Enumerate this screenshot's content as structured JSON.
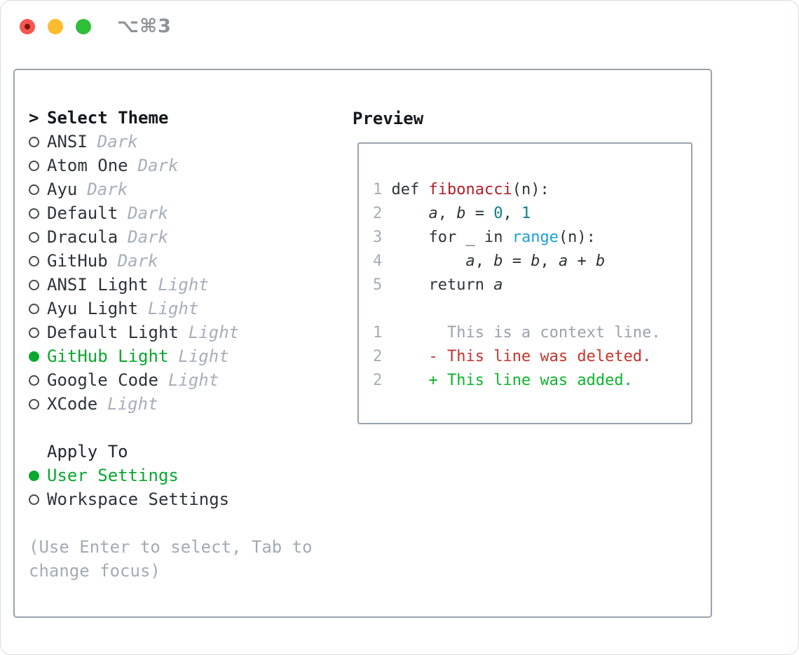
{
  "titlebar": {
    "shortcut": "⌥⌘3"
  },
  "theme_list": {
    "cursor": ">",
    "title": "Select Theme",
    "items": [
      {
        "name": "ANSI",
        "tag": "Dark",
        "selected": false
      },
      {
        "name": "Atom One",
        "tag": "Dark",
        "selected": false
      },
      {
        "name": "Ayu",
        "tag": "Dark",
        "selected": false
      },
      {
        "name": "Default",
        "tag": "Dark",
        "selected": false
      },
      {
        "name": "Dracula",
        "tag": "Dark",
        "selected": false
      },
      {
        "name": "GitHub",
        "tag": "Dark",
        "selected": false
      },
      {
        "name": "ANSI Light",
        "tag": "Light",
        "selected": false
      },
      {
        "name": "Ayu Light",
        "tag": "Light",
        "selected": false
      },
      {
        "name": "Default Light",
        "tag": "Light",
        "selected": false
      },
      {
        "name": "GitHub Light",
        "tag": "Light",
        "selected": true
      },
      {
        "name": "Google Code",
        "tag": "Light",
        "selected": false
      },
      {
        "name": "XCode",
        "tag": "Light",
        "selected": false
      }
    ]
  },
  "apply_to": {
    "title": "Apply To",
    "options": [
      {
        "name": "User Settings",
        "selected": true
      },
      {
        "name": "Workspace Settings",
        "selected": false
      }
    ]
  },
  "hint_lines": [
    "(Use Enter to select, Tab to",
    "change focus)"
  ],
  "preview": {
    "title": "Preview",
    "code_lines": [
      [
        [
          "1",
          "ln"
        ],
        [
          " ",
          ""
        ],
        [
          "def ",
          "p"
        ],
        [
          "fibonacci",
          "fn"
        ],
        [
          "(n):",
          "p"
        ]
      ],
      [
        [
          "2",
          "ln"
        ],
        [
          "     ",
          ""
        ],
        [
          "a",
          "v"
        ],
        [
          ", ",
          "p"
        ],
        [
          "b",
          "v"
        ],
        [
          " = ",
          "p"
        ],
        [
          "0",
          "n"
        ],
        [
          ", ",
          "p"
        ],
        [
          "1",
          "n"
        ]
      ],
      [
        [
          "3",
          "ln"
        ],
        [
          "     ",
          ""
        ],
        [
          "for _ in ",
          "p"
        ],
        [
          "range",
          "b"
        ],
        [
          "(n):",
          "p"
        ]
      ],
      [
        [
          "4",
          "ln"
        ],
        [
          "         ",
          ""
        ],
        [
          "a",
          "v"
        ],
        [
          ", ",
          "p"
        ],
        [
          "b",
          "v"
        ],
        [
          " = ",
          "p"
        ],
        [
          "b",
          "v"
        ],
        [
          ", ",
          "p"
        ],
        [
          "a",
          "v"
        ],
        [
          " + ",
          "p"
        ],
        [
          "b",
          "v"
        ]
      ],
      [
        [
          "5",
          "ln"
        ],
        [
          "     ",
          ""
        ],
        [
          "return ",
          "p"
        ],
        [
          "a",
          "v"
        ]
      ],
      [],
      [
        [
          "1",
          "ln"
        ],
        [
          "       ",
          ""
        ],
        [
          "This is a context line.",
          "ctx"
        ]
      ],
      [
        [
          "2",
          "ln"
        ],
        [
          "     ",
          ""
        ],
        [
          "- This line was deleted.",
          "del"
        ]
      ],
      [
        [
          "2",
          "ln"
        ],
        [
          "     ",
          ""
        ],
        [
          "+ This line was added.",
          "add"
        ]
      ]
    ]
  },
  "colors": {
    "accent_green": "#0aa82f",
    "added_green": "#0cb62b",
    "deleted_red": "#c5342b",
    "function_red": "#b31d28",
    "number_teal": "#0c7f87",
    "builtin_blue": "#1d9fd8",
    "muted_gray": "#a7afba",
    "text_dark": "#2e343b",
    "border_gray": "#9aa3ad",
    "traffic_red": "#f4564d",
    "traffic_yellow": "#fdbc2e",
    "traffic_green": "#2ebe37"
  }
}
